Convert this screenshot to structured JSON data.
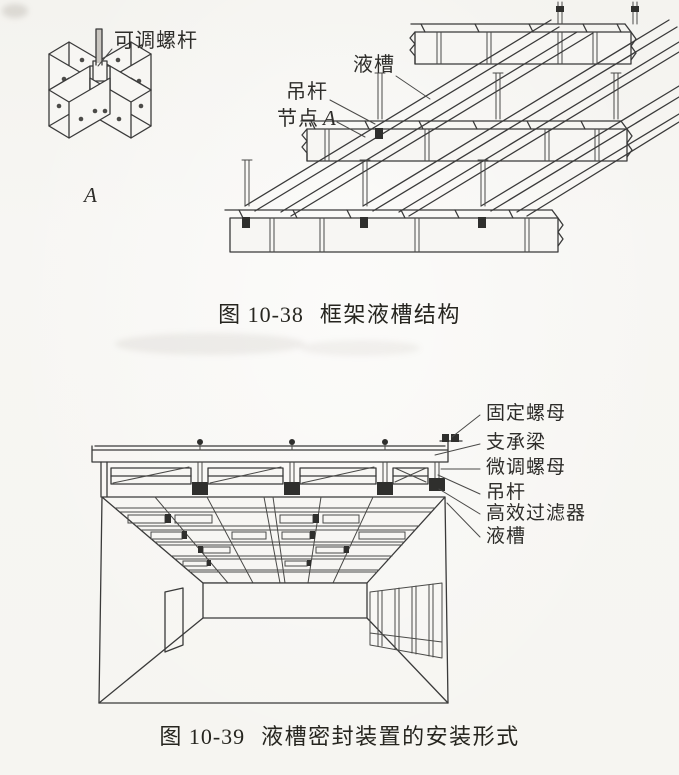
{
  "page": {
    "colors": {
      "paper": "#f6f5f2",
      "ink": "#3a3a3a",
      "text": "#2e2d2a",
      "dark_fill": "#2f2f2d"
    }
  },
  "figure_1038": {
    "caption": {
      "number": "图 10-38",
      "title": "框架液槽结构"
    },
    "detail": {
      "label_adjustable_rod": "可调螺杆",
      "marker": "A"
    },
    "labels": {
      "trough": "液槽",
      "hanger": "吊杆",
      "node_prefix": "节点",
      "node_marker": "A"
    }
  },
  "figure_1039": {
    "caption": {
      "number": "图 10-39",
      "title": "液槽密封装置的安装形式"
    },
    "labels": [
      "固定螺母",
      "支承梁",
      "微调螺母",
      "吊杆",
      "高效过滤器",
      "液槽"
    ]
  }
}
